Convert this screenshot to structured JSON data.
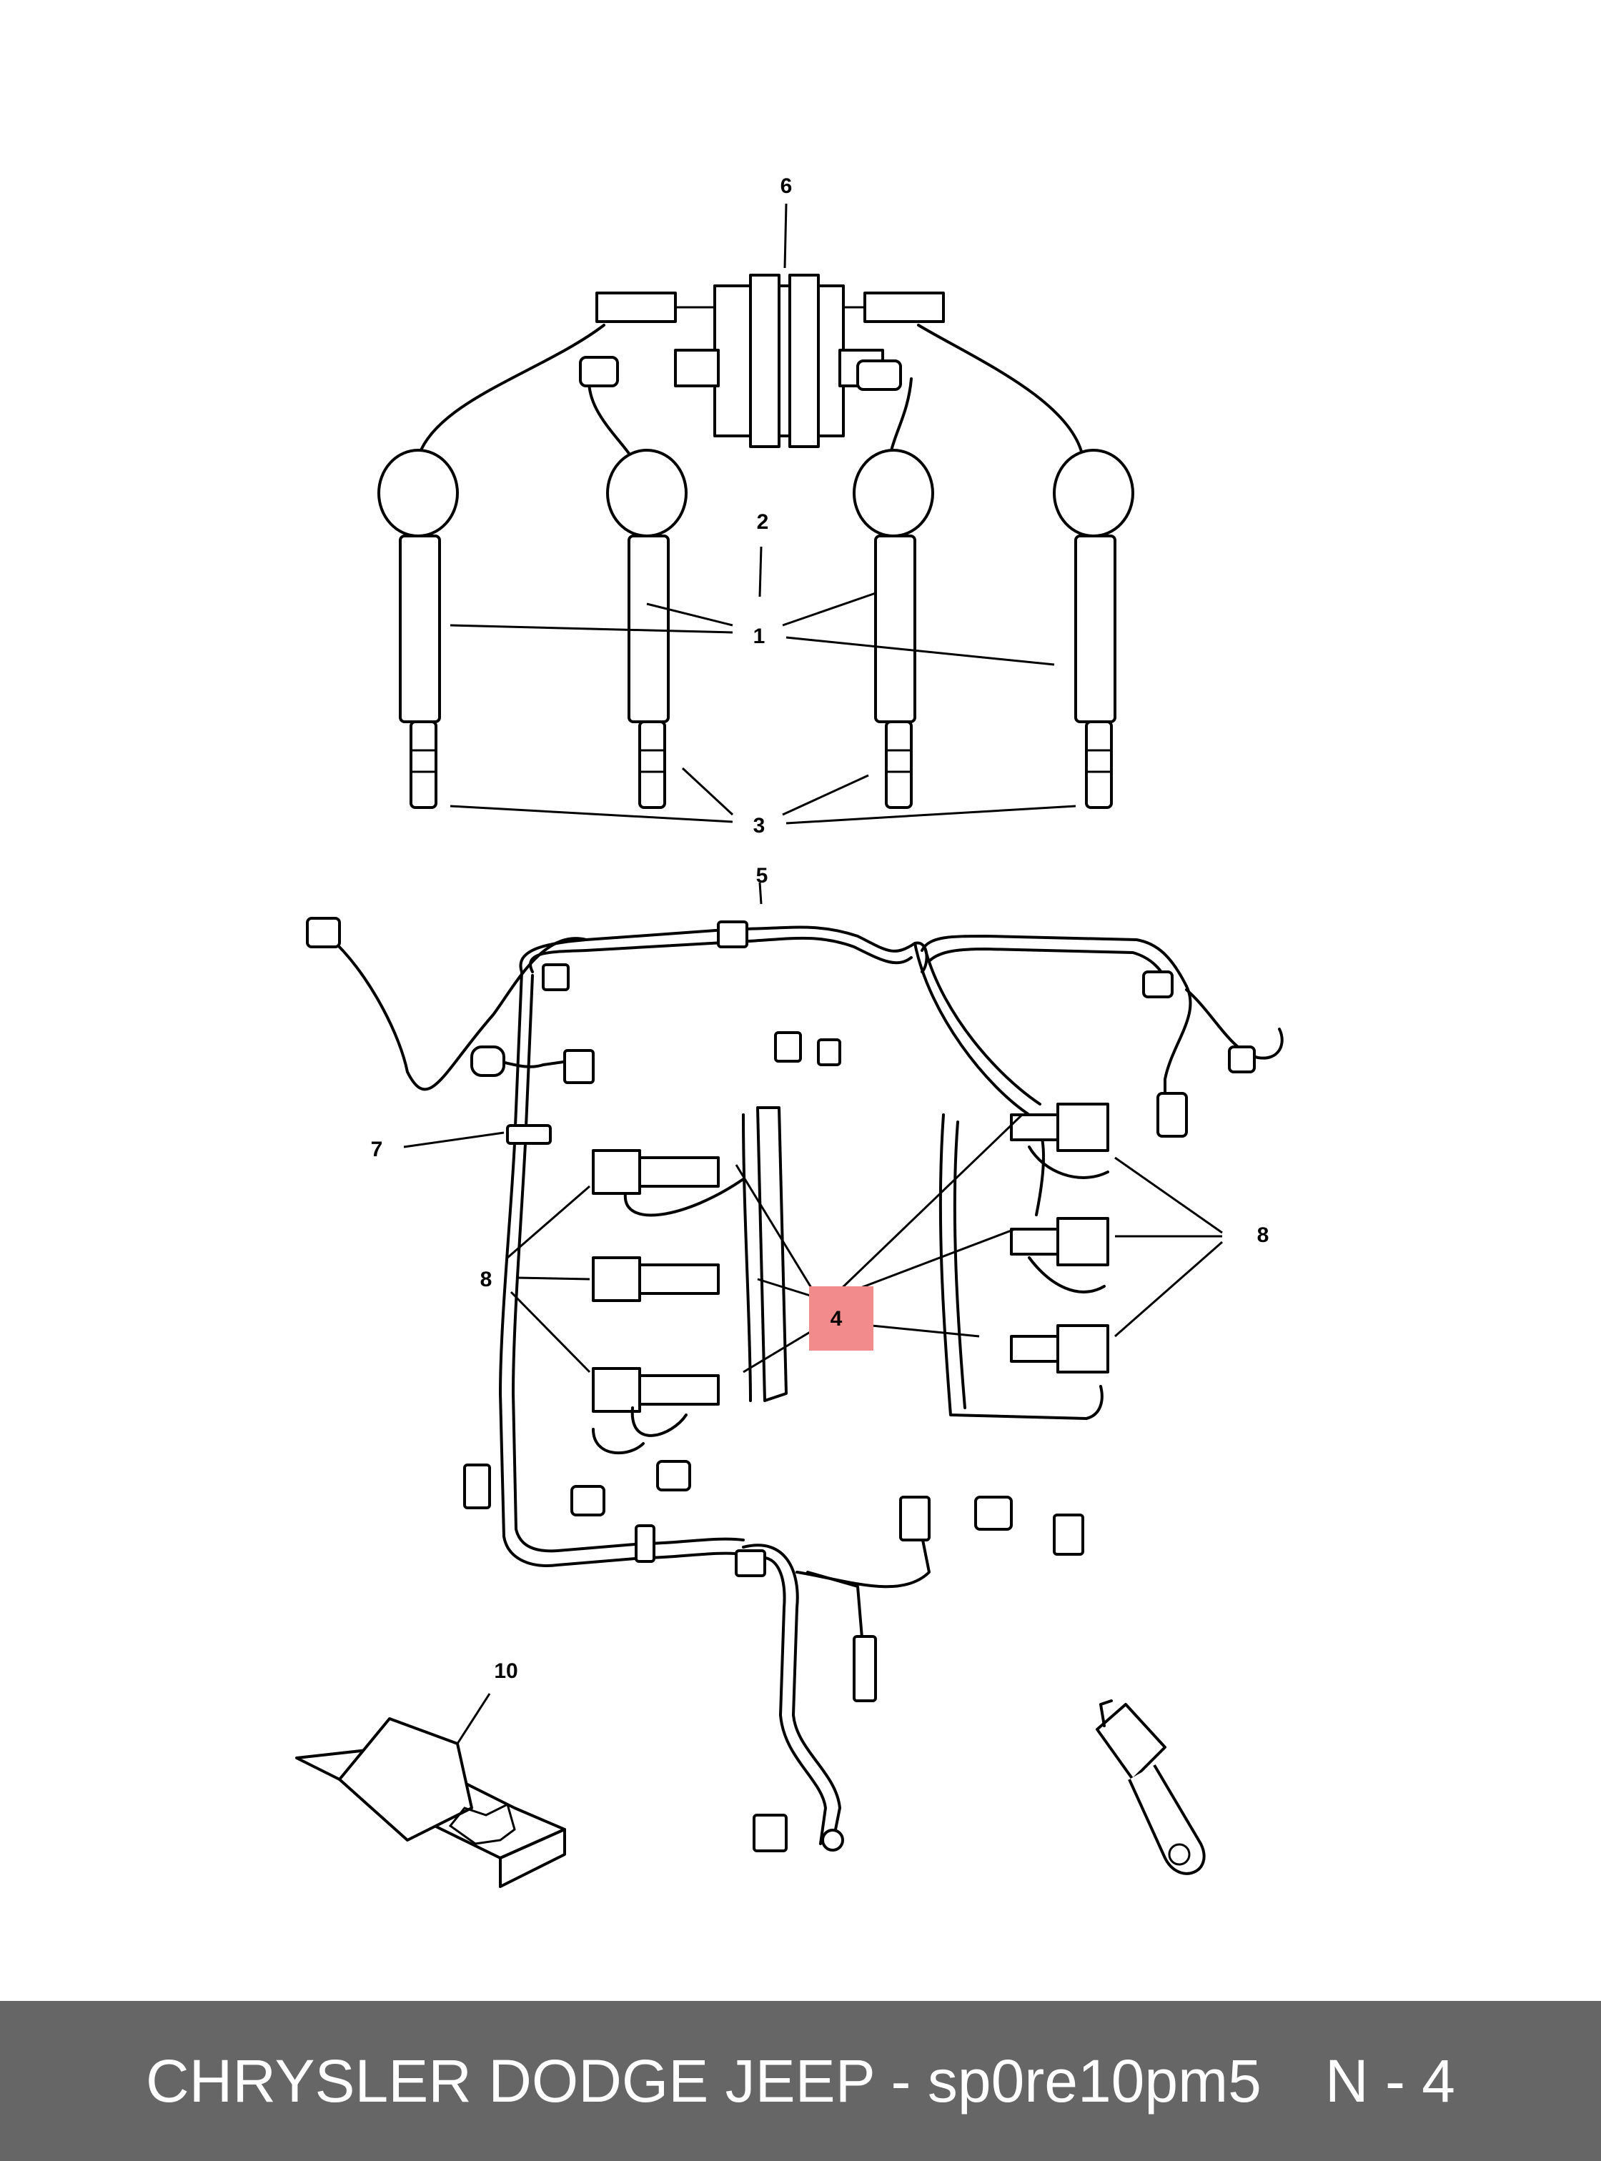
{
  "callouts": {
    "c1": "1",
    "c2": "2",
    "c3": "3",
    "c4": "4",
    "c5": "5",
    "c6": "6",
    "c7": "7",
    "c8a": "8",
    "c8b": "8",
    "c10": "10"
  },
  "highlight_color": "#f28b8b",
  "footer": {
    "title": "CHRYSLER DODGE JEEP - sp0re10pm5",
    "page": "N - 4",
    "background": "#666666"
  }
}
